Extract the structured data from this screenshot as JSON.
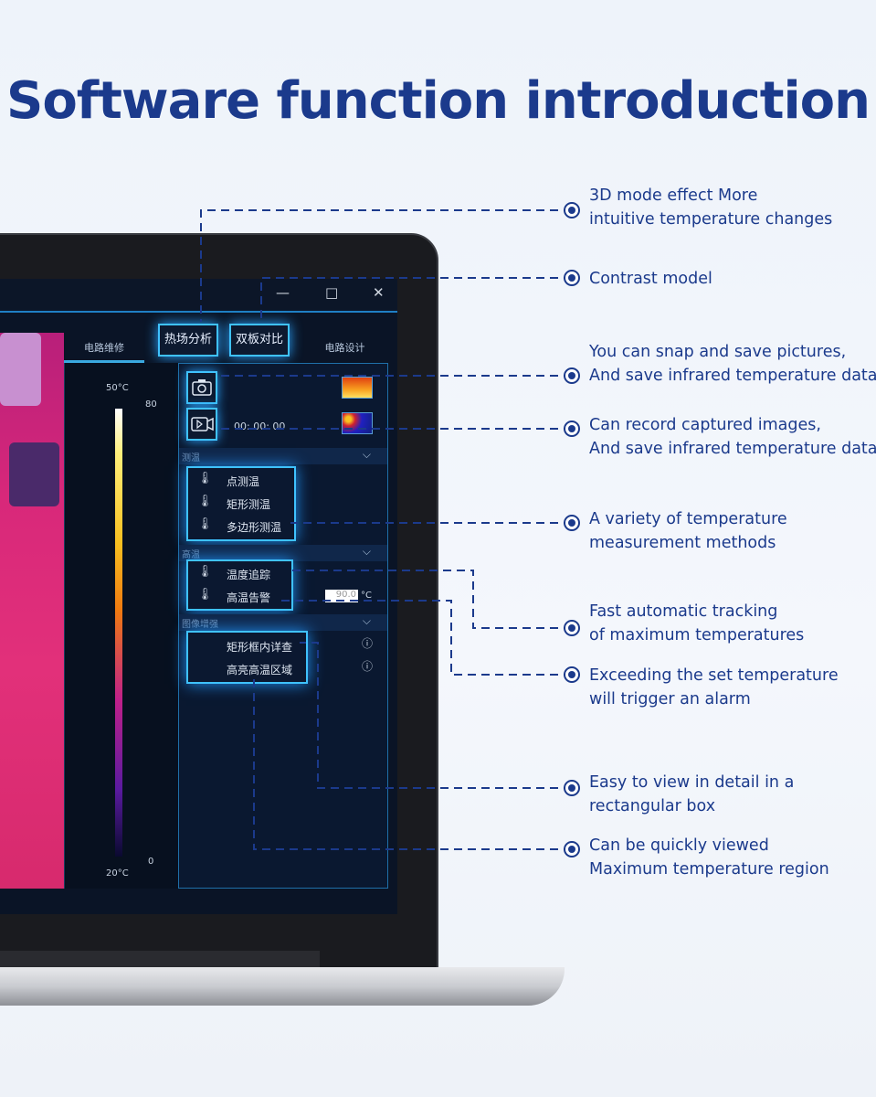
{
  "title": "Software function introduction",
  "window": {
    "minimize": "—",
    "maximize": "□",
    "close": "✕"
  },
  "tabs": [
    "电路维修",
    "电路设计"
  ],
  "top_buttons": [
    "热场分析",
    "双板对比"
  ],
  "colorbar": {
    "top_temp": "50°C",
    "bottom_temp": "20°C",
    "top_value": "80",
    "bottom_value": "0"
  },
  "capture": {
    "timer": "00: 00: 00"
  },
  "sections": {
    "measure": {
      "label": "测温",
      "items": [
        "点测温",
        "矩形测温",
        "多边形测温"
      ]
    },
    "high_temp": {
      "label": "高温",
      "items": [
        "温度追踪",
        "高温告警"
      ],
      "alarm_value": "90.0",
      "alarm_unit": "°C"
    },
    "enhance": {
      "label": "图像增强",
      "items": [
        "矩形框内详查",
        "高亮高温区域"
      ]
    }
  },
  "annotations": [
    [
      "3D mode effect More",
      "intuitive temperature changes"
    ],
    [
      "Contrast model",
      ""
    ],
    [
      "You can snap and save pictures,",
      "And save infrared temperature data"
    ],
    [
      "Can record captured images,",
      "And save infrared temperature data"
    ],
    [
      "A variety of temperature",
      "measurement methods"
    ],
    [
      "Fast automatic tracking",
      "of maximum temperatures"
    ],
    [
      "Exceeding the set temperature",
      "will trigger an alarm"
    ],
    [
      "Easy to view in detail in a",
      "rectangular box"
    ],
    [
      "Can be quickly viewed",
      "Maximum temperature region"
    ]
  ],
  "colors": {
    "accent": "#1b3a8c",
    "glow": "#3fc2ff"
  }
}
